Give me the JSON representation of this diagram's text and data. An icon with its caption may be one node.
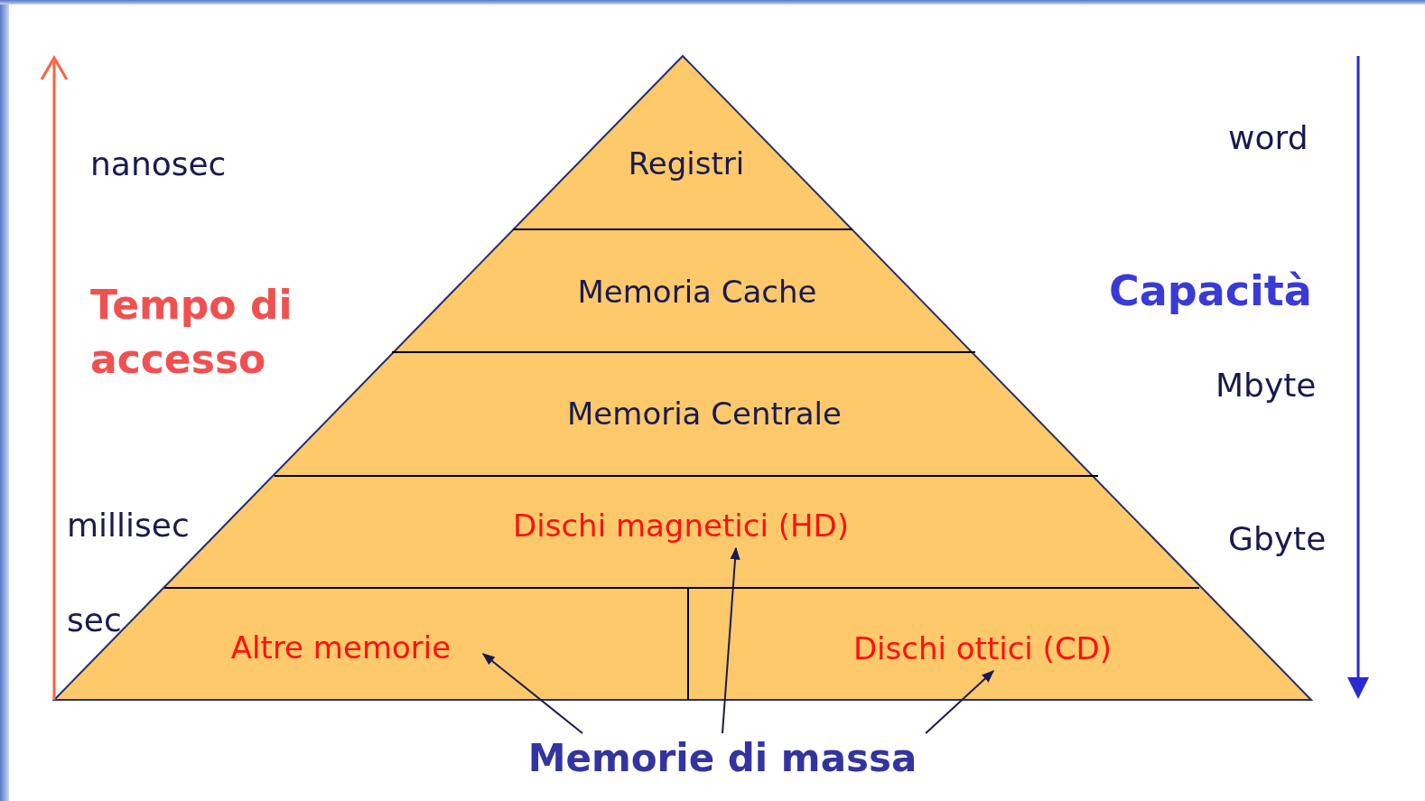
{
  "diagram": {
    "nodes": [
      {
        "text": [
          "Registri"
        ]
      },
      {
        "text": [
          "Memoria Cache"
        ]
      },
      {
        "text": [
          "Memoria Centrale"
        ]
      },
      {
        "text": [
          "Dischi magnetici (HD)"
        ]
      },
      {
        "text": [
          "Altre memorie"
        ]
      },
      {
        "text": [
          "Dischi ottici (CD)"
        ]
      },
      {
        "text": [
          "Memorie di massa"
        ]
      }
    ],
    "edges": [
      {
        "from": 6,
        "to": 4,
        "arrow": "to"
      },
      {
        "from": 6,
        "to": 3,
        "arrow": "to"
      },
      {
        "from": 6,
        "to": 5,
        "arrow": "to"
      }
    ],
    "labels": [
      "nanosec",
      "Tempo di accesso",
      "millisec",
      "sec",
      "word",
      "Capacità",
      "Mbyte",
      "Gbyte"
    ]
  }
}
